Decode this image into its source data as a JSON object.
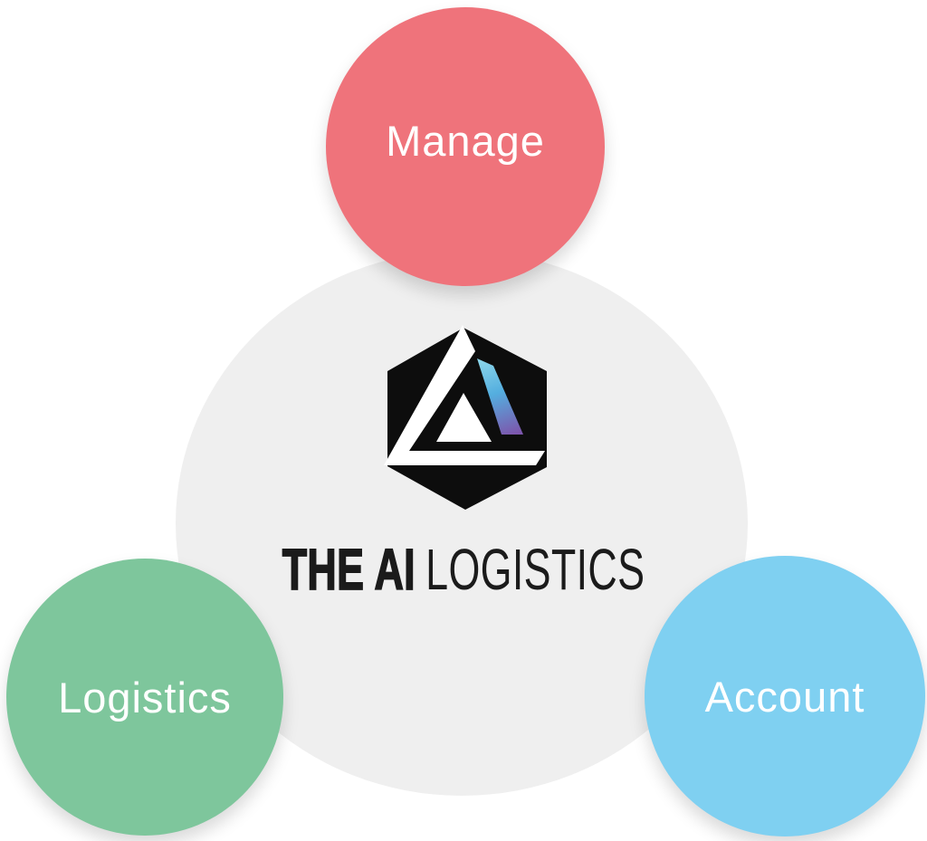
{
  "page": {
    "background_color": "#FFFFFF"
  },
  "brand": {
    "logo": {
      "icon": "hexagon-triangle-logo",
      "hexagon_color": "#0D0D0D",
      "triangle_color": "#FFFFFF",
      "gradient_top": "#8BD5EA",
      "gradient_mid": "#54AEDF",
      "gradient_bottom": "#7C57AD"
    },
    "wordmark": {
      "bold_text": "THE AI",
      "light_text": "LOGISTICS",
      "color": "#1B1B1B"
    }
  },
  "diagram": {
    "center_circle": {
      "color": "#EFEFEF"
    },
    "nodes": [
      {
        "id": "manage",
        "label": "Manage",
        "color": "#EF737B",
        "text_color": "#FFFFFF",
        "position": "top"
      },
      {
        "id": "logistics",
        "label": "Logistics",
        "color": "#7EC69C",
        "text_color": "#FFFFFF",
        "position": "bottom-left"
      },
      {
        "id": "account",
        "label": "Account",
        "color": "#7FD0F1",
        "text_color": "#FFFFFF",
        "position": "bottom-right"
      }
    ]
  }
}
